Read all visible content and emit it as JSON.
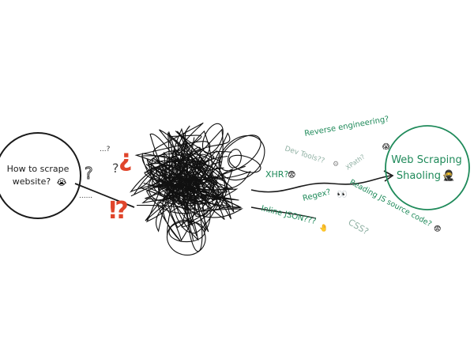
{
  "start_node": {
    "line1": "How to scrape",
    "line2": "website?",
    "emoji": "😭"
  },
  "end_node": {
    "line1": "Web Scraping",
    "line2": "Shaoling",
    "emoji": "🥷"
  },
  "confusion_marks": {
    "dots_question": "...?",
    "question_small": "?",
    "question_big": "?",
    "question_red": "¿",
    "exclaim_question": "⁉",
    "dots": "......"
  },
  "labels": {
    "reverse_engineering": "Reverse engineering?",
    "reverse_engineering_emoji": "😱",
    "dev_tools": "Dev Tools??",
    "dev_tools_emoji": "⚙",
    "xpath": "XPath?",
    "xhr": "XHR?",
    "xhr_emoji": "😨",
    "regex": "Regex?",
    "regex_emoji": "👀",
    "reading_js": "Reading JS source code?",
    "reading_js_emoji": "😨",
    "inline_json": "Inline JSON???",
    "inline_json_emoji": "🤚",
    "css": "CSS?"
  },
  "colors": {
    "ink": "#1a1a1a",
    "accent_green": "#1f8a5a",
    "muted_green": "#8fb0a3",
    "red": "#e0452b"
  }
}
